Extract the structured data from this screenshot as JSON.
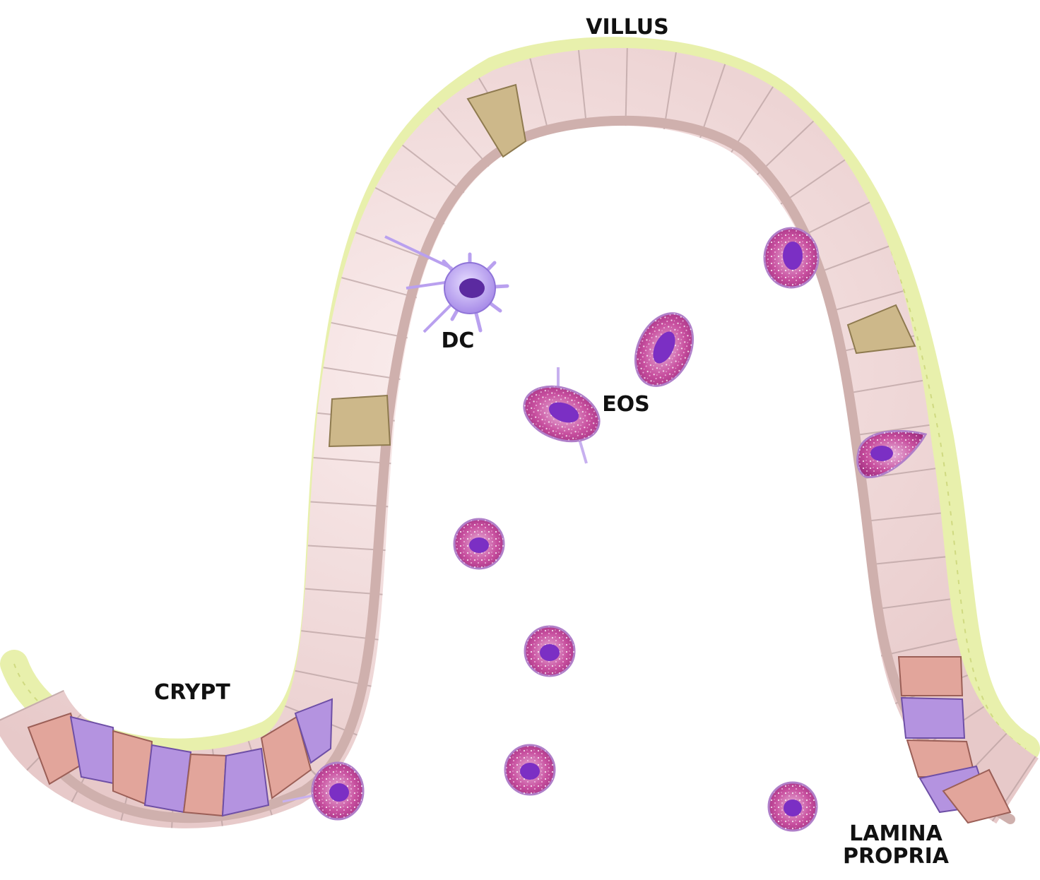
{
  "labels": {
    "villus": "VILLUS",
    "crypt": "CRYPT",
    "dc": "DC",
    "eos": "EOS",
    "lamina_propria_line1": "LAMINA",
    "lamina_propria_line2": "PROPRIA"
  },
  "colors": {
    "epithelial_cell": "#f2dcdc",
    "goblet_cell": "#cdb88a",
    "paneth_cell_red": "#e2a59b",
    "stem_cell_purple": "#b493e0",
    "mucus_layer": "#e8f0a8",
    "basement_membrane": "#cfb0ad",
    "eosinophil_body": "#c13f9b",
    "eosinophil_nucleus": "#7b2fc4",
    "dendritic_cell": "#b9a0ef"
  }
}
